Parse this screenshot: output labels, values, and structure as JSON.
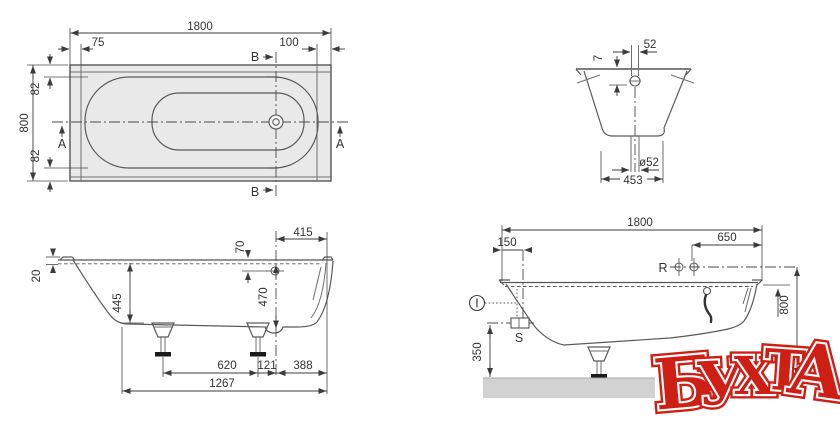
{
  "plan": {
    "length": "1800",
    "offset_left": "75",
    "offset_right": "100",
    "width": "800",
    "inset_top": "82",
    "inset_bottom": "82",
    "section_a": "A",
    "section_b": "B"
  },
  "cross_section": {
    "overflow_width": "52",
    "rim_gap": "7",
    "drain_dia": "ø52",
    "bottom_width": "453"
  },
  "side_section": {
    "overflow_drop": "70",
    "edge_to_overflow": "415",
    "rim_height": "20",
    "inner_depth": "445",
    "overflow_height": "470",
    "feet_span": "620",
    "foot_to_drain": "121",
    "drain_to_edge": "388",
    "bottom_length": "1267"
  },
  "installation": {
    "length": "1800",
    "wall_offset": "150",
    "fitting_span": "650",
    "fitting_height": "800",
    "siphon_height": "350",
    "fitting_label": "R",
    "inspection_label": "I",
    "siphon_label": "S"
  },
  "watermark": {
    "text": "БУХТА",
    "letters": [
      "Б",
      "У",
      "Х",
      "Т",
      "А"
    ],
    "color": "#cf1f15"
  },
  "colors": {
    "line": "#5a5a5a",
    "dim": "#3c3c3c",
    "plan_fill": "#e9e9e9",
    "floor": "#d2d2d2",
    "watermark_red": "#cf1f15"
  }
}
